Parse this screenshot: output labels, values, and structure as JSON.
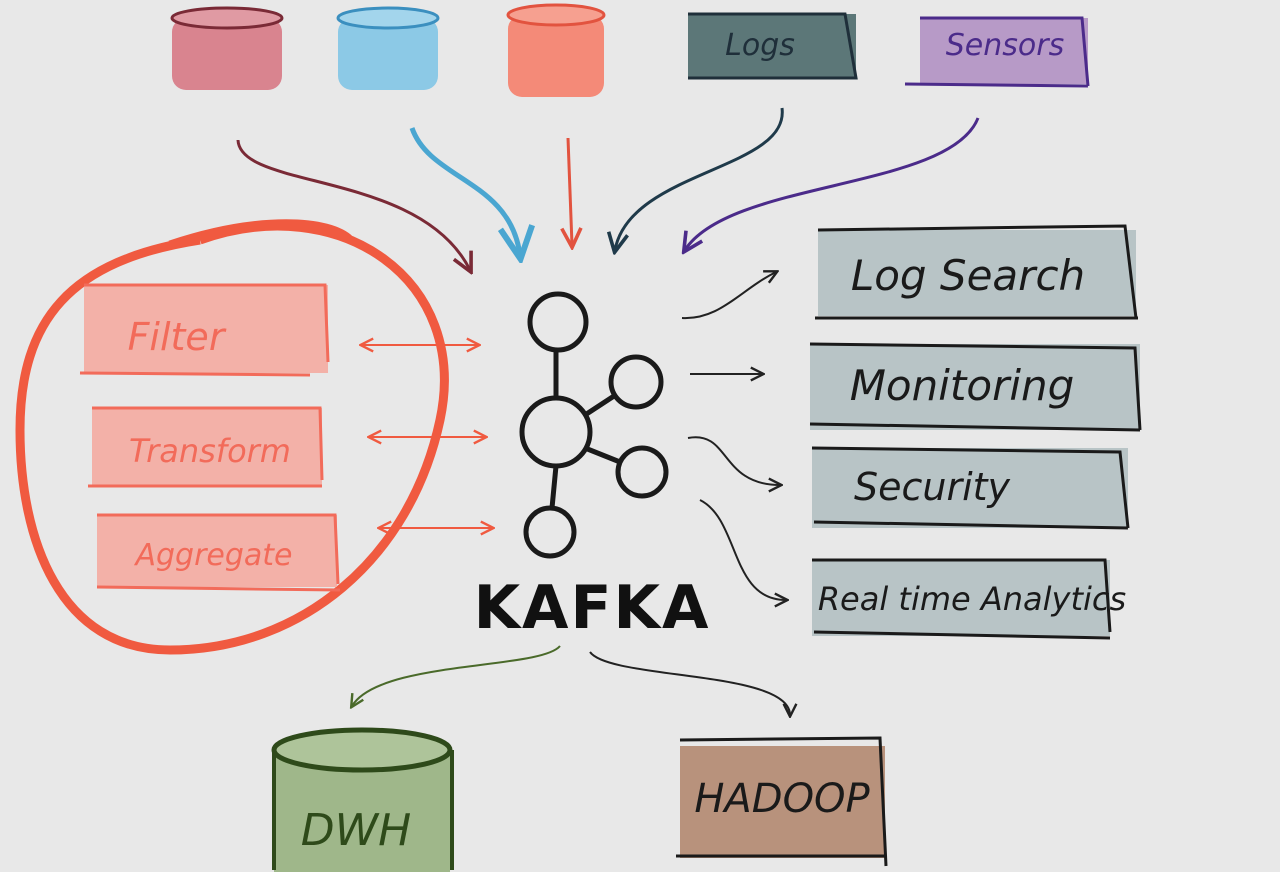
{
  "sources": [
    {
      "label": "",
      "color": "#d9848f",
      "stroke": "#7a2a36"
    },
    {
      "label": "",
      "color": "#8cc9e6",
      "stroke": "#3b8fbf"
    },
    {
      "label": "",
      "color": "#f48a78",
      "stroke": "#e2533f"
    },
    {
      "label": "Logs",
      "color": "#5c7778",
      "stroke": "#1f2f3a"
    },
    {
      "label": "Sensors",
      "color": "#b79ac7",
      "stroke": "#4b2b8a"
    }
  ],
  "processing": [
    "Filter",
    "Transform",
    "Aggregate"
  ],
  "center": {
    "label": "KAFKA"
  },
  "consumers": [
    "Log Search",
    "Monitoring",
    "Security",
    "Real time Analytics"
  ],
  "sinks": [
    "DWH",
    "HADOOP"
  ],
  "colors": {
    "processing": "#f26b5a",
    "consumer_fill": "#b8c4c6",
    "dwh": "#9fb78a",
    "hadoop": "#b8927c",
    "circle": "#f05a40"
  }
}
